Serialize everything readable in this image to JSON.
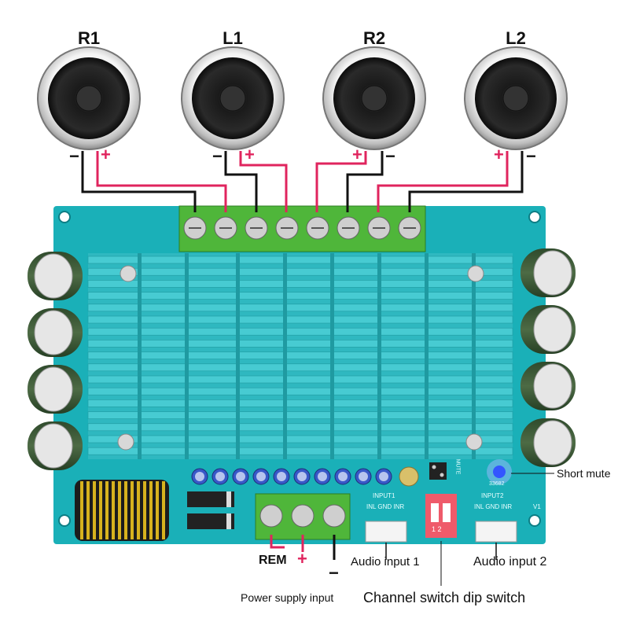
{
  "speakers": [
    {
      "id": "R1",
      "label": "R1",
      "minus": "−",
      "plus": "+"
    },
    {
      "id": "L1",
      "label": "L1",
      "minus": "−",
      "plus": "+"
    },
    {
      "id": "R2",
      "label": "R2",
      "minus": "+",
      "plus": "−"
    },
    {
      "id": "L2",
      "label": "L2",
      "minus": "+",
      "plus": "−"
    }
  ],
  "board": {
    "silk_input1": "INPUT1",
    "silk_input2": "INPUT2",
    "silk_pins": "INL GND INR",
    "silk_mute": "MUTE",
    "silk_v1": "V1",
    "silk_code": "33682",
    "dip_numbers": "1 2"
  },
  "power": {
    "rem_label": "REM",
    "plus": "+",
    "minus": "−"
  },
  "callouts": {
    "short_mute": "Short mute",
    "audio_input_1": "Audio input 1",
    "audio_input_2": "Audio input 2",
    "power_supply_input": "Power supply input",
    "channel_switch": "Channel switch dip switch"
  },
  "colors": {
    "board": "#1ab0b8",
    "heatsink": "#33c4cc",
    "terminal": "#4fb63a",
    "wire_red": "#e0245e",
    "wire_black": "#111111",
    "dip": "#ef5a6a"
  }
}
